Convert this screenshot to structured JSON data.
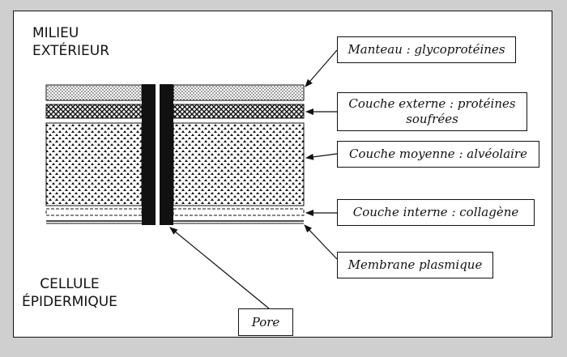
{
  "regions": {
    "outside": [
      "MILIEU",
      "EXTÉRIEUR"
    ],
    "cell": [
      "CELLULE",
      "ÉPIDERMIQUE"
    ]
  },
  "labels": {
    "mantle": "Manteau : glycoprotéines",
    "outer_layer": [
      "Couche externe : protéines",
      "soufrées"
    ],
    "middle_layer": "Couche moyenne : alvéolaire",
    "inner_layer": "Couche interne : collagène",
    "membrane": "Membrane plasmique",
    "pore": "Pore"
  },
  "colors": {
    "background": "#cfcfcf",
    "panel": "#ffffff",
    "ink": "#111111"
  }
}
